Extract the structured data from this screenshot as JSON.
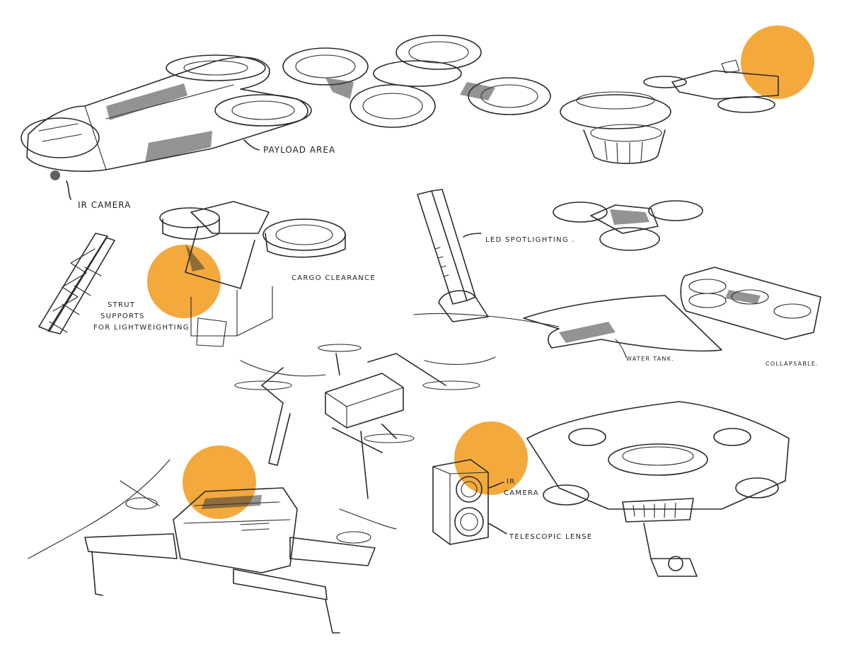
{
  "accent_color": "#f4a93c",
  "ink_color": "#2a2a2a",
  "annotations": {
    "payload_area": "PAYLOAD AREA",
    "ir_camera_top": "IR CAMERA",
    "led_spotlighting": "LED SPOTLIGHTING .",
    "cargo_clearance": "CARGO CLEARANCE",
    "strut_line1": "STRUT",
    "strut_line2": "SUPPORTS",
    "strut_line3": "FOR LIGHTWEIGHTING",
    "water_tank": "WATER TANK.",
    "collapsable": "COLLAPSABLE.",
    "ir_camera_bottom_line1": "IR",
    "ir_camera_bottom_line2": "CAMERA",
    "telescopic_lense": "TELESCOPIC LENSE"
  }
}
